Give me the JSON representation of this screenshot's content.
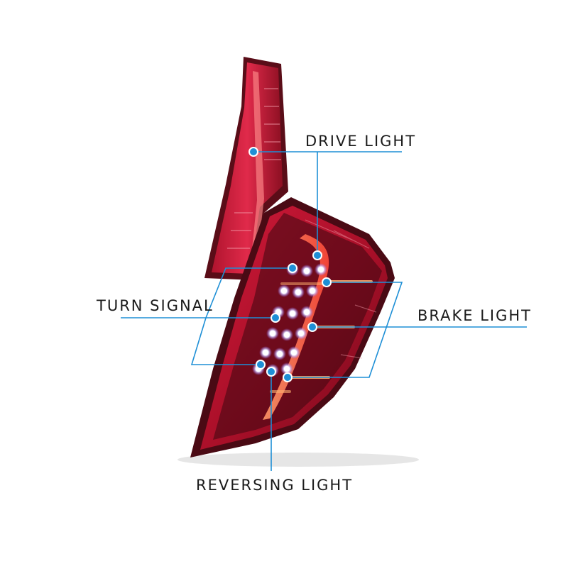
{
  "labels": {
    "drive": "DRIVE LIGHT",
    "turn": "TURN SIGNAL",
    "brake": "BRAKE LIGHT",
    "reverse": "REVERSING LIGHT"
  },
  "colors": {
    "callout": "#1e8fd6",
    "lens_red": "#c41230",
    "lens_dark": "#5a0d18",
    "led_white": "#f4f0ff",
    "led_glow": "#9b7cff",
    "light_bar": "#ff6a4a"
  }
}
